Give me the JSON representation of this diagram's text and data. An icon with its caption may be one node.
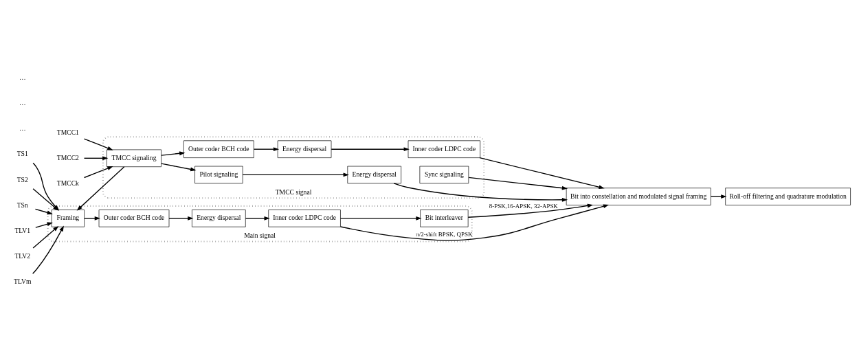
{
  "diagram": {
    "nodes": [
      {
        "text": [
          "Main signal"
        ]
      },
      {
        "text": [
          "Framing"
        ],
        "in": 0
      },
      {
        "text": [
          "Outer coder BCH code"
        ],
        "in": 0
      },
      {
        "text": [
          "Energy dispersal"
        ],
        "in": 0
      },
      {
        "text": [
          "Inner coder LDPC code"
        ],
        "in": 0
      },
      {
        "text": [
          "Bit interleaver"
        ],
        "in": 0
      },
      {
        "text": [
          "TMCC signal"
        ]
      },
      {
        "text": [
          "TMCC signaling"
        ],
        "in": 6
      },
      {
        "text": [
          "Outer coder BCH code"
        ],
        "in": 6
      },
      {
        "text": [
          "Energy dispersal"
        ],
        "in": 6
      },
      {
        "text": [
          "Inner coder LDPC code"
        ],
        "in": 6
      },
      {
        "text": [
          "Sync signaling"
        ],
        "in": 6
      },
      {
        "text": [
          "Pilot signaling"
        ],
        "in": 6
      },
      {
        "text": [
          "Energy dispersal"
        ],
        "in": 6
      },
      {
        "text": [
          "Bit into constellation and modulated signal framing"
        ]
      },
      {
        "text": [
          "Roll-off filtering and quadrature modulation"
        ]
      },
      {
        "text": [
          "TS1"
        ]
      },
      {
        "text": [
          "TS2"
        ]
      },
      {
        "text": [
          "TSn"
        ]
      },
      {
        "text": [
          "TLV1"
        ]
      },
      {
        "text": [
          "TLV2"
        ]
      },
      {
        "text": [
          "TLVm"
        ]
      },
      {
        "text": [
          "TMCC1"
        ]
      },
      {
        "text": [
          "TMCC2"
        ]
      },
      {
        "text": [
          "TMCCk"
        ]
      }
    ],
    "edges": [
      {
        "from": 16,
        "to": 1,
        "arrow": "to"
      },
      {
        "from": 17,
        "to": 1,
        "arrow": "to"
      },
      {
        "from": 18,
        "to": 1,
        "arrow": "to"
      },
      {
        "from": 19,
        "to": 1,
        "arrow": "to"
      },
      {
        "from": 20,
        "to": 1,
        "arrow": "to"
      },
      {
        "from": 21,
        "to": 1,
        "arrow": "to"
      },
      {
        "from": 1,
        "to": 2,
        "arrow": "to"
      },
      {
        "from": 2,
        "to": 3,
        "arrow": "to"
      },
      {
        "from": 3,
        "to": 4,
        "arrow": "to"
      },
      {
        "from": 4,
        "to": 5,
        "arrow": "to"
      },
      {
        "from": 5,
        "to": 14,
        "arrow": "to",
        "label": "8-PSK,16-APSK, 32-APSK"
      },
      {
        "from": 4,
        "to": 14,
        "arrow": "to",
        "label": "π/2-shift BPSK, QPSK"
      },
      {
        "from": 22,
        "to": 7,
        "arrow": "to"
      },
      {
        "from": 23,
        "to": 7,
        "arrow": "to"
      },
      {
        "from": 24,
        "to": 7,
        "arrow": "to"
      },
      {
        "from": 7,
        "to": 1,
        "arrow": "to"
      },
      {
        "from": 7,
        "to": 8,
        "arrow": "to"
      },
      {
        "from": 8,
        "to": 9,
        "arrow": "to"
      },
      {
        "from": 9,
        "to": 10,
        "arrow": "to"
      },
      {
        "from": 10,
        "to": 14,
        "arrow": "to"
      },
      {
        "from": 11,
        "to": 14,
        "arrow": "to"
      },
      {
        "from": 7,
        "to": 12,
        "arrow": "to"
      },
      {
        "from": 12,
        "to": 13,
        "arrow": "to"
      },
      {
        "from": 13,
        "to": 14,
        "arrow": "to"
      },
      {
        "from": 14,
        "to": 15,
        "arrow": "to"
      }
    ],
    "labels": [
      "…",
      "…",
      "…"
    ]
  }
}
